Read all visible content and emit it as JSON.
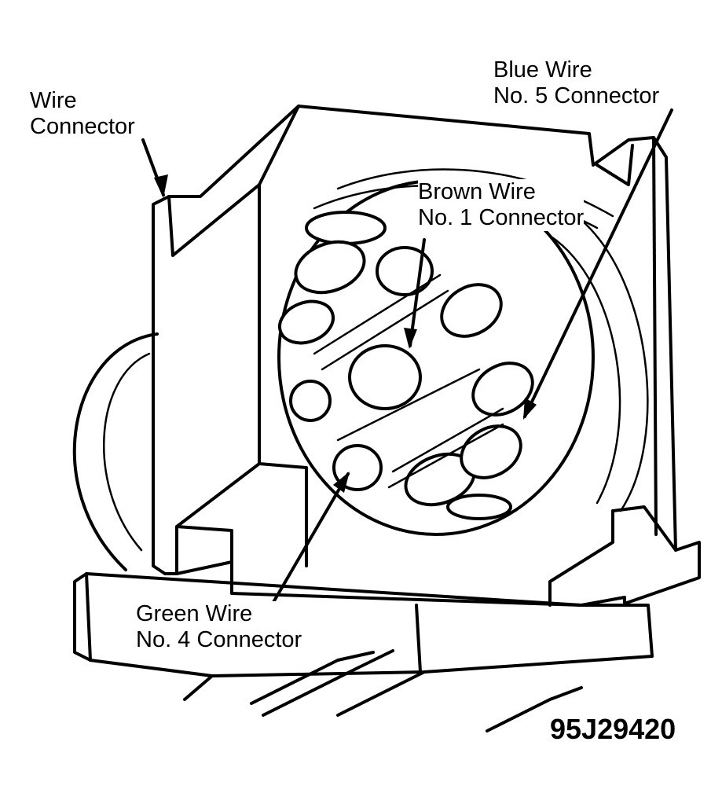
{
  "labels": {
    "wire_connector": [
      "Wire",
      "Connector"
    ],
    "blue_wire": [
      "Blue Wire",
      "No. 5 Connector"
    ],
    "brown_wire": [
      "Brown Wire",
      "No. 1 Connector"
    ],
    "green_wire": [
      "Green Wire",
      "No. 4 Connector"
    ]
  },
  "figure_code": "95J29420",
  "colors": {
    "line": "#000000",
    "background": "#ffffff"
  }
}
